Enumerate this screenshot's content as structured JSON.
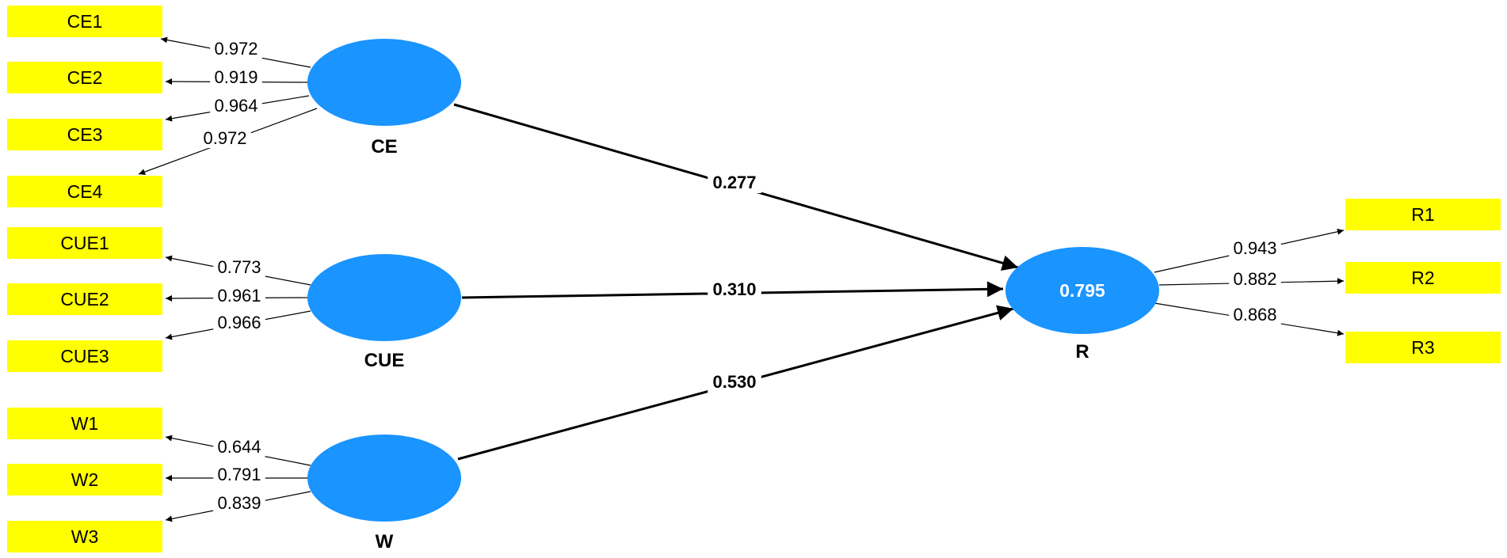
{
  "colors": {
    "indicator_fill": "#ffff00",
    "construct_fill": "#1a94ff",
    "line": "#000000",
    "r2_text": "#ffffff"
  },
  "constructs": [
    {
      "id": "CE",
      "name": "CE",
      "indicators": [
        {
          "name": "CE1",
          "loading": "0.972"
        },
        {
          "name": "CE2",
          "loading": "0.919"
        },
        {
          "name": "CE3",
          "loading": "0.964"
        },
        {
          "name": "CE4",
          "loading": "0.972"
        }
      ]
    },
    {
      "id": "CUE",
      "name": "CUE",
      "indicators": [
        {
          "name": "CUE1",
          "loading": "0.773"
        },
        {
          "name": "CUE2",
          "loading": "0.961"
        },
        {
          "name": "CUE3",
          "loading": "0.966"
        }
      ]
    },
    {
      "id": "W",
      "name": "W",
      "indicators": [
        {
          "name": "W1",
          "loading": "0.644"
        },
        {
          "name": "W2",
          "loading": "0.791"
        },
        {
          "name": "W3",
          "loading": "0.839"
        }
      ]
    },
    {
      "id": "R",
      "name": "R",
      "r_squared": "0.795",
      "indicators": [
        {
          "name": "R1",
          "loading": "0.943"
        },
        {
          "name": "R2",
          "loading": "0.882"
        },
        {
          "name": "R3",
          "loading": "0.868"
        }
      ]
    }
  ],
  "paths": [
    {
      "from": "CE",
      "to": "R",
      "coefficient": "0.277"
    },
    {
      "from": "CUE",
      "to": "R",
      "coefficient": "0.310"
    },
    {
      "from": "W",
      "to": "R",
      "coefficient": "0.530"
    }
  ]
}
